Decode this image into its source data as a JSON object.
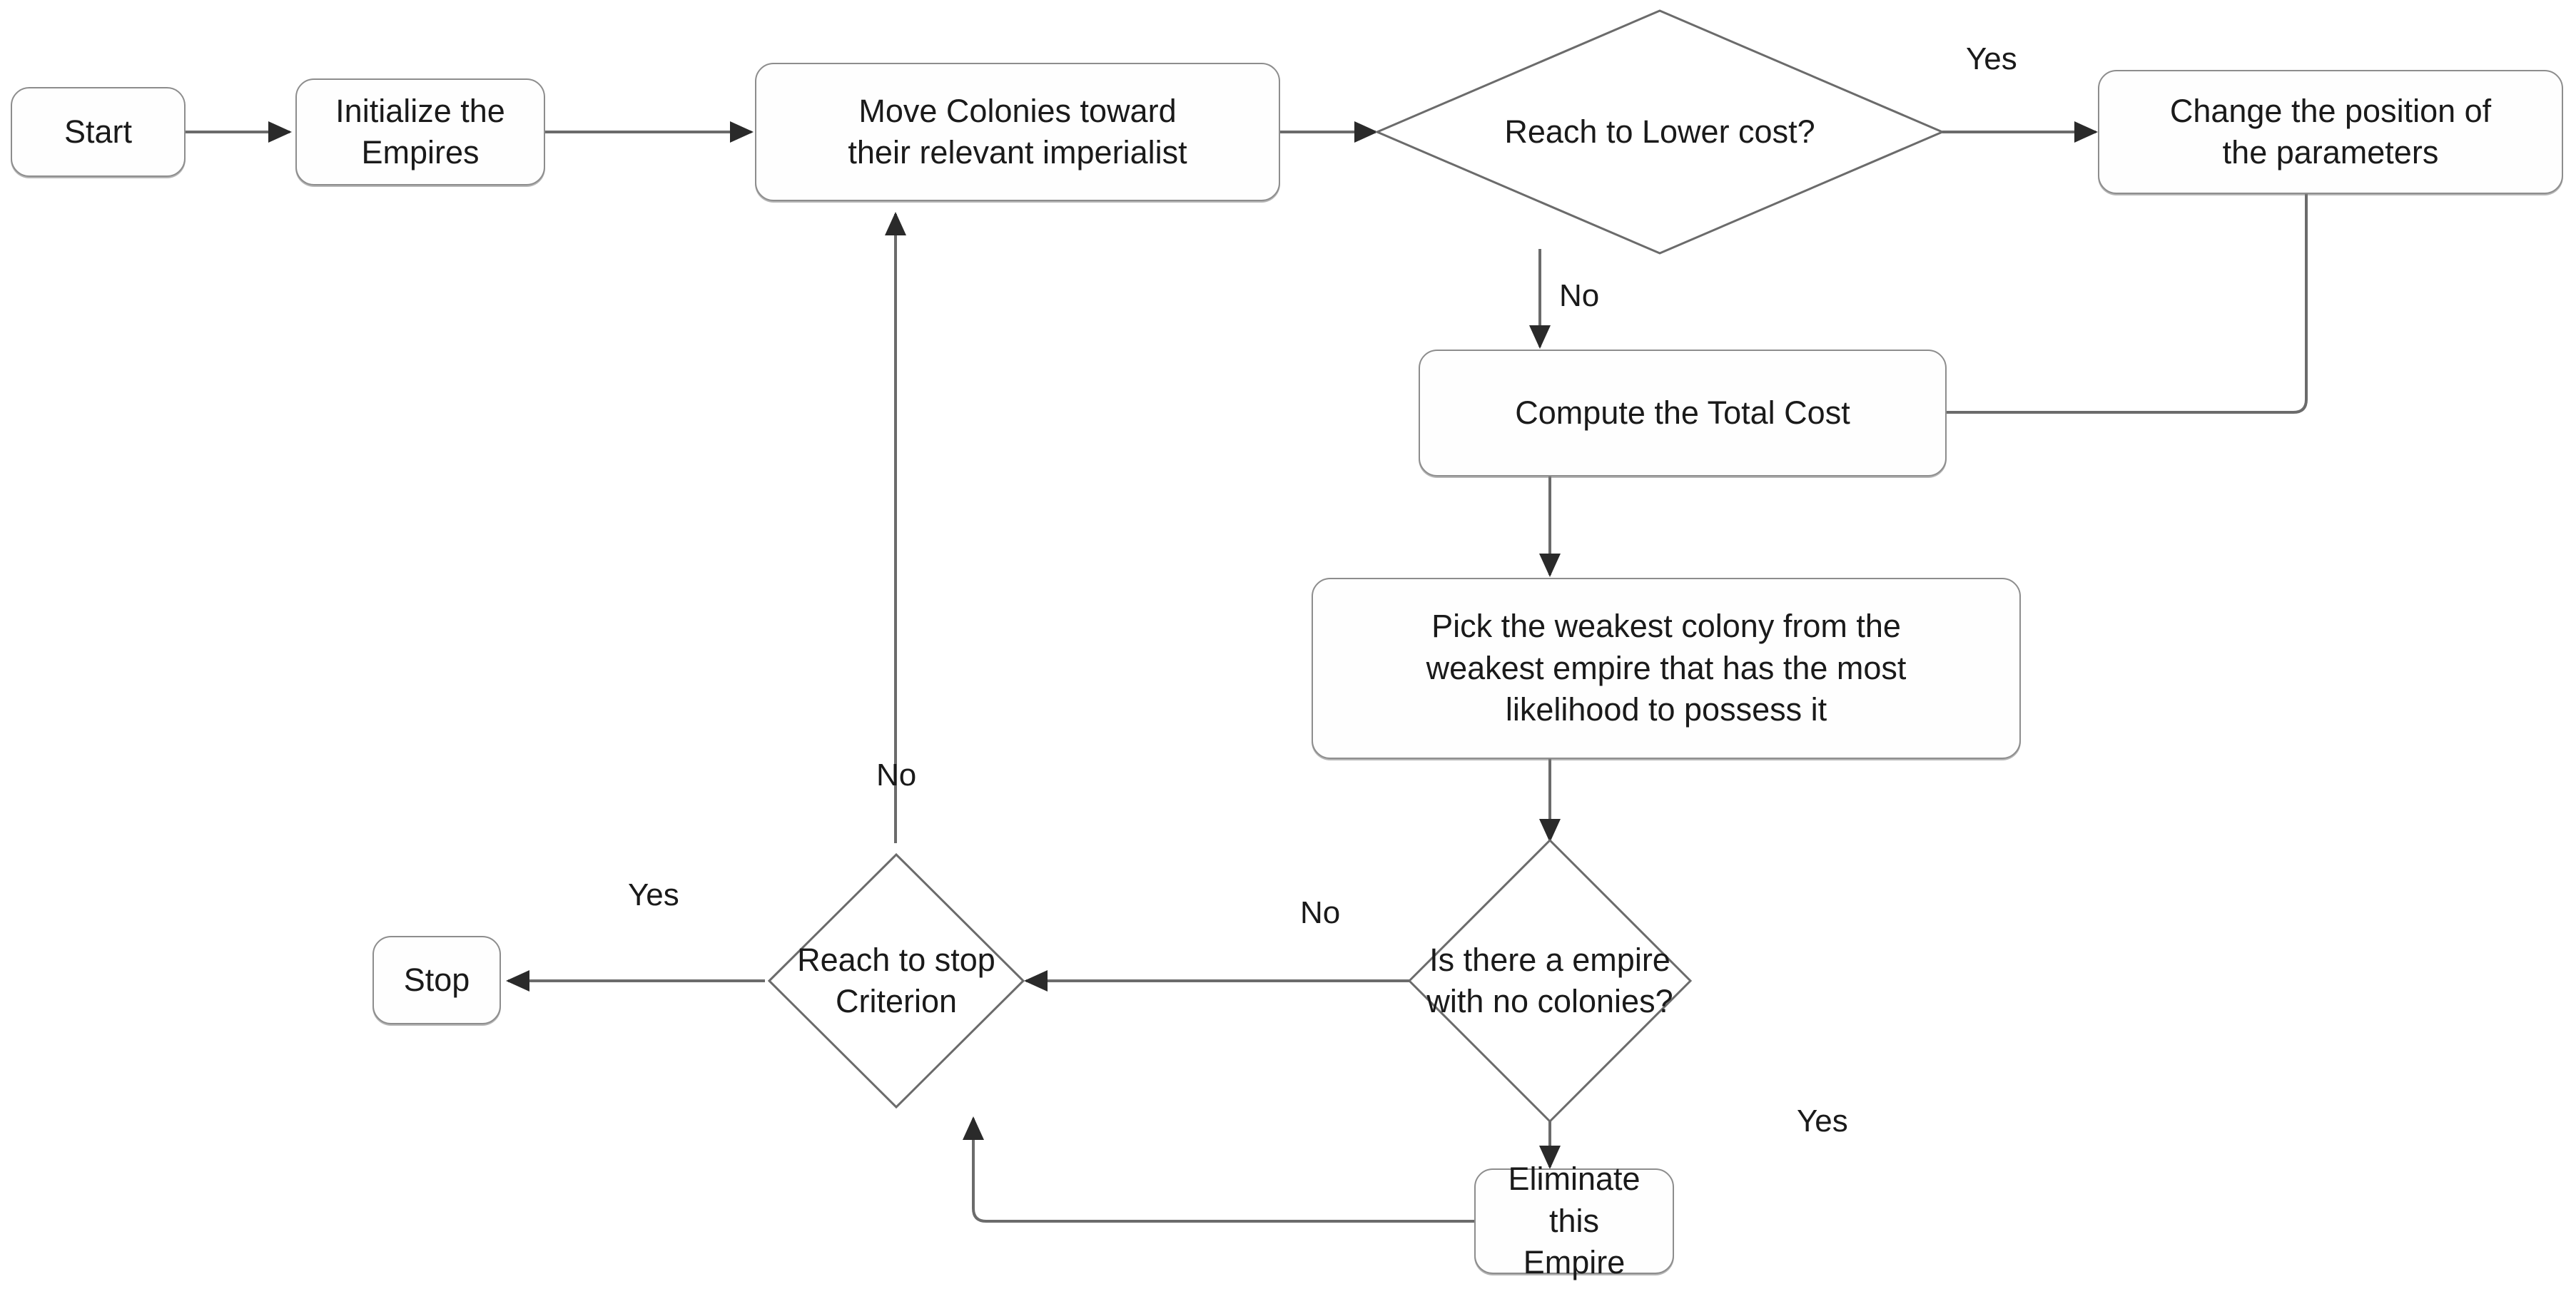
{
  "diagram": {
    "title": "Imperialist Competitive Algorithm flowchart",
    "type": "flowchart",
    "colors": {
      "node_fill": "#fefefe",
      "node_border": "#8d8d8d",
      "edge_stroke": "#4a4a4a",
      "text": "#1a1a1a",
      "background": "#ffffff"
    },
    "nodes": [
      {
        "id": "start",
        "shape": "rounded-rect",
        "label": "Start"
      },
      {
        "id": "initialize",
        "shape": "rounded-rect",
        "label": "Initialize the\nEmpires"
      },
      {
        "id": "move-colonies",
        "shape": "rounded-rect",
        "label": "Move Colonies toward\ntheir relevant imperialist"
      },
      {
        "id": "reach-lower-cost",
        "shape": "diamond",
        "label": "Reach to Lower cost?"
      },
      {
        "id": "change-position",
        "shape": "rounded-rect",
        "label": "Change the position of\nthe parameters"
      },
      {
        "id": "compute-total-cost",
        "shape": "rounded-rect",
        "label": "Compute the Total Cost"
      },
      {
        "id": "pick-weakest",
        "shape": "rounded-rect",
        "label": "Pick the weakest colony from the\nweakest empire that has the most\nlikelihood to possess it"
      },
      {
        "id": "empire-no-colonies",
        "shape": "diamond",
        "label": "Is there a empire\nwith no colonies?"
      },
      {
        "id": "reach-stop-criterion",
        "shape": "diamond",
        "label": "Reach to stop\nCriterion"
      },
      {
        "id": "eliminate-empire",
        "shape": "rounded-rect",
        "label": "Eliminate this\nEmpire"
      },
      {
        "id": "stop",
        "shape": "rounded-rect",
        "label": "Stop"
      }
    ],
    "edge_labels": {
      "lower_cost_yes": "Yes",
      "lower_cost_no": "No",
      "no_colonies_yes": "Yes",
      "no_colonies_no": "No",
      "stop_criterion_yes": "Yes",
      "stop_criterion_no": "No"
    },
    "edges": [
      {
        "from": "start",
        "to": "initialize",
        "label": ""
      },
      {
        "from": "initialize",
        "to": "move-colonies",
        "label": ""
      },
      {
        "from": "move-colonies",
        "to": "reach-lower-cost",
        "label": ""
      },
      {
        "from": "reach-lower-cost",
        "to": "change-position",
        "label": "Yes"
      },
      {
        "from": "reach-lower-cost",
        "to": "compute-total-cost",
        "label": "No"
      },
      {
        "from": "change-position",
        "to": "compute-total-cost",
        "label": ""
      },
      {
        "from": "compute-total-cost",
        "to": "pick-weakest",
        "label": ""
      },
      {
        "from": "pick-weakest",
        "to": "empire-no-colonies",
        "label": ""
      },
      {
        "from": "empire-no-colonies",
        "to": "reach-stop-criterion",
        "label": "No"
      },
      {
        "from": "empire-no-colonies",
        "to": "eliminate-empire",
        "label": "Yes"
      },
      {
        "from": "eliminate-empire",
        "to": "reach-stop-criterion",
        "label": ""
      },
      {
        "from": "reach-stop-criterion",
        "to": "stop",
        "label": "Yes"
      },
      {
        "from": "reach-stop-criterion",
        "to": "move-colonies",
        "label": "No"
      }
    ]
  }
}
